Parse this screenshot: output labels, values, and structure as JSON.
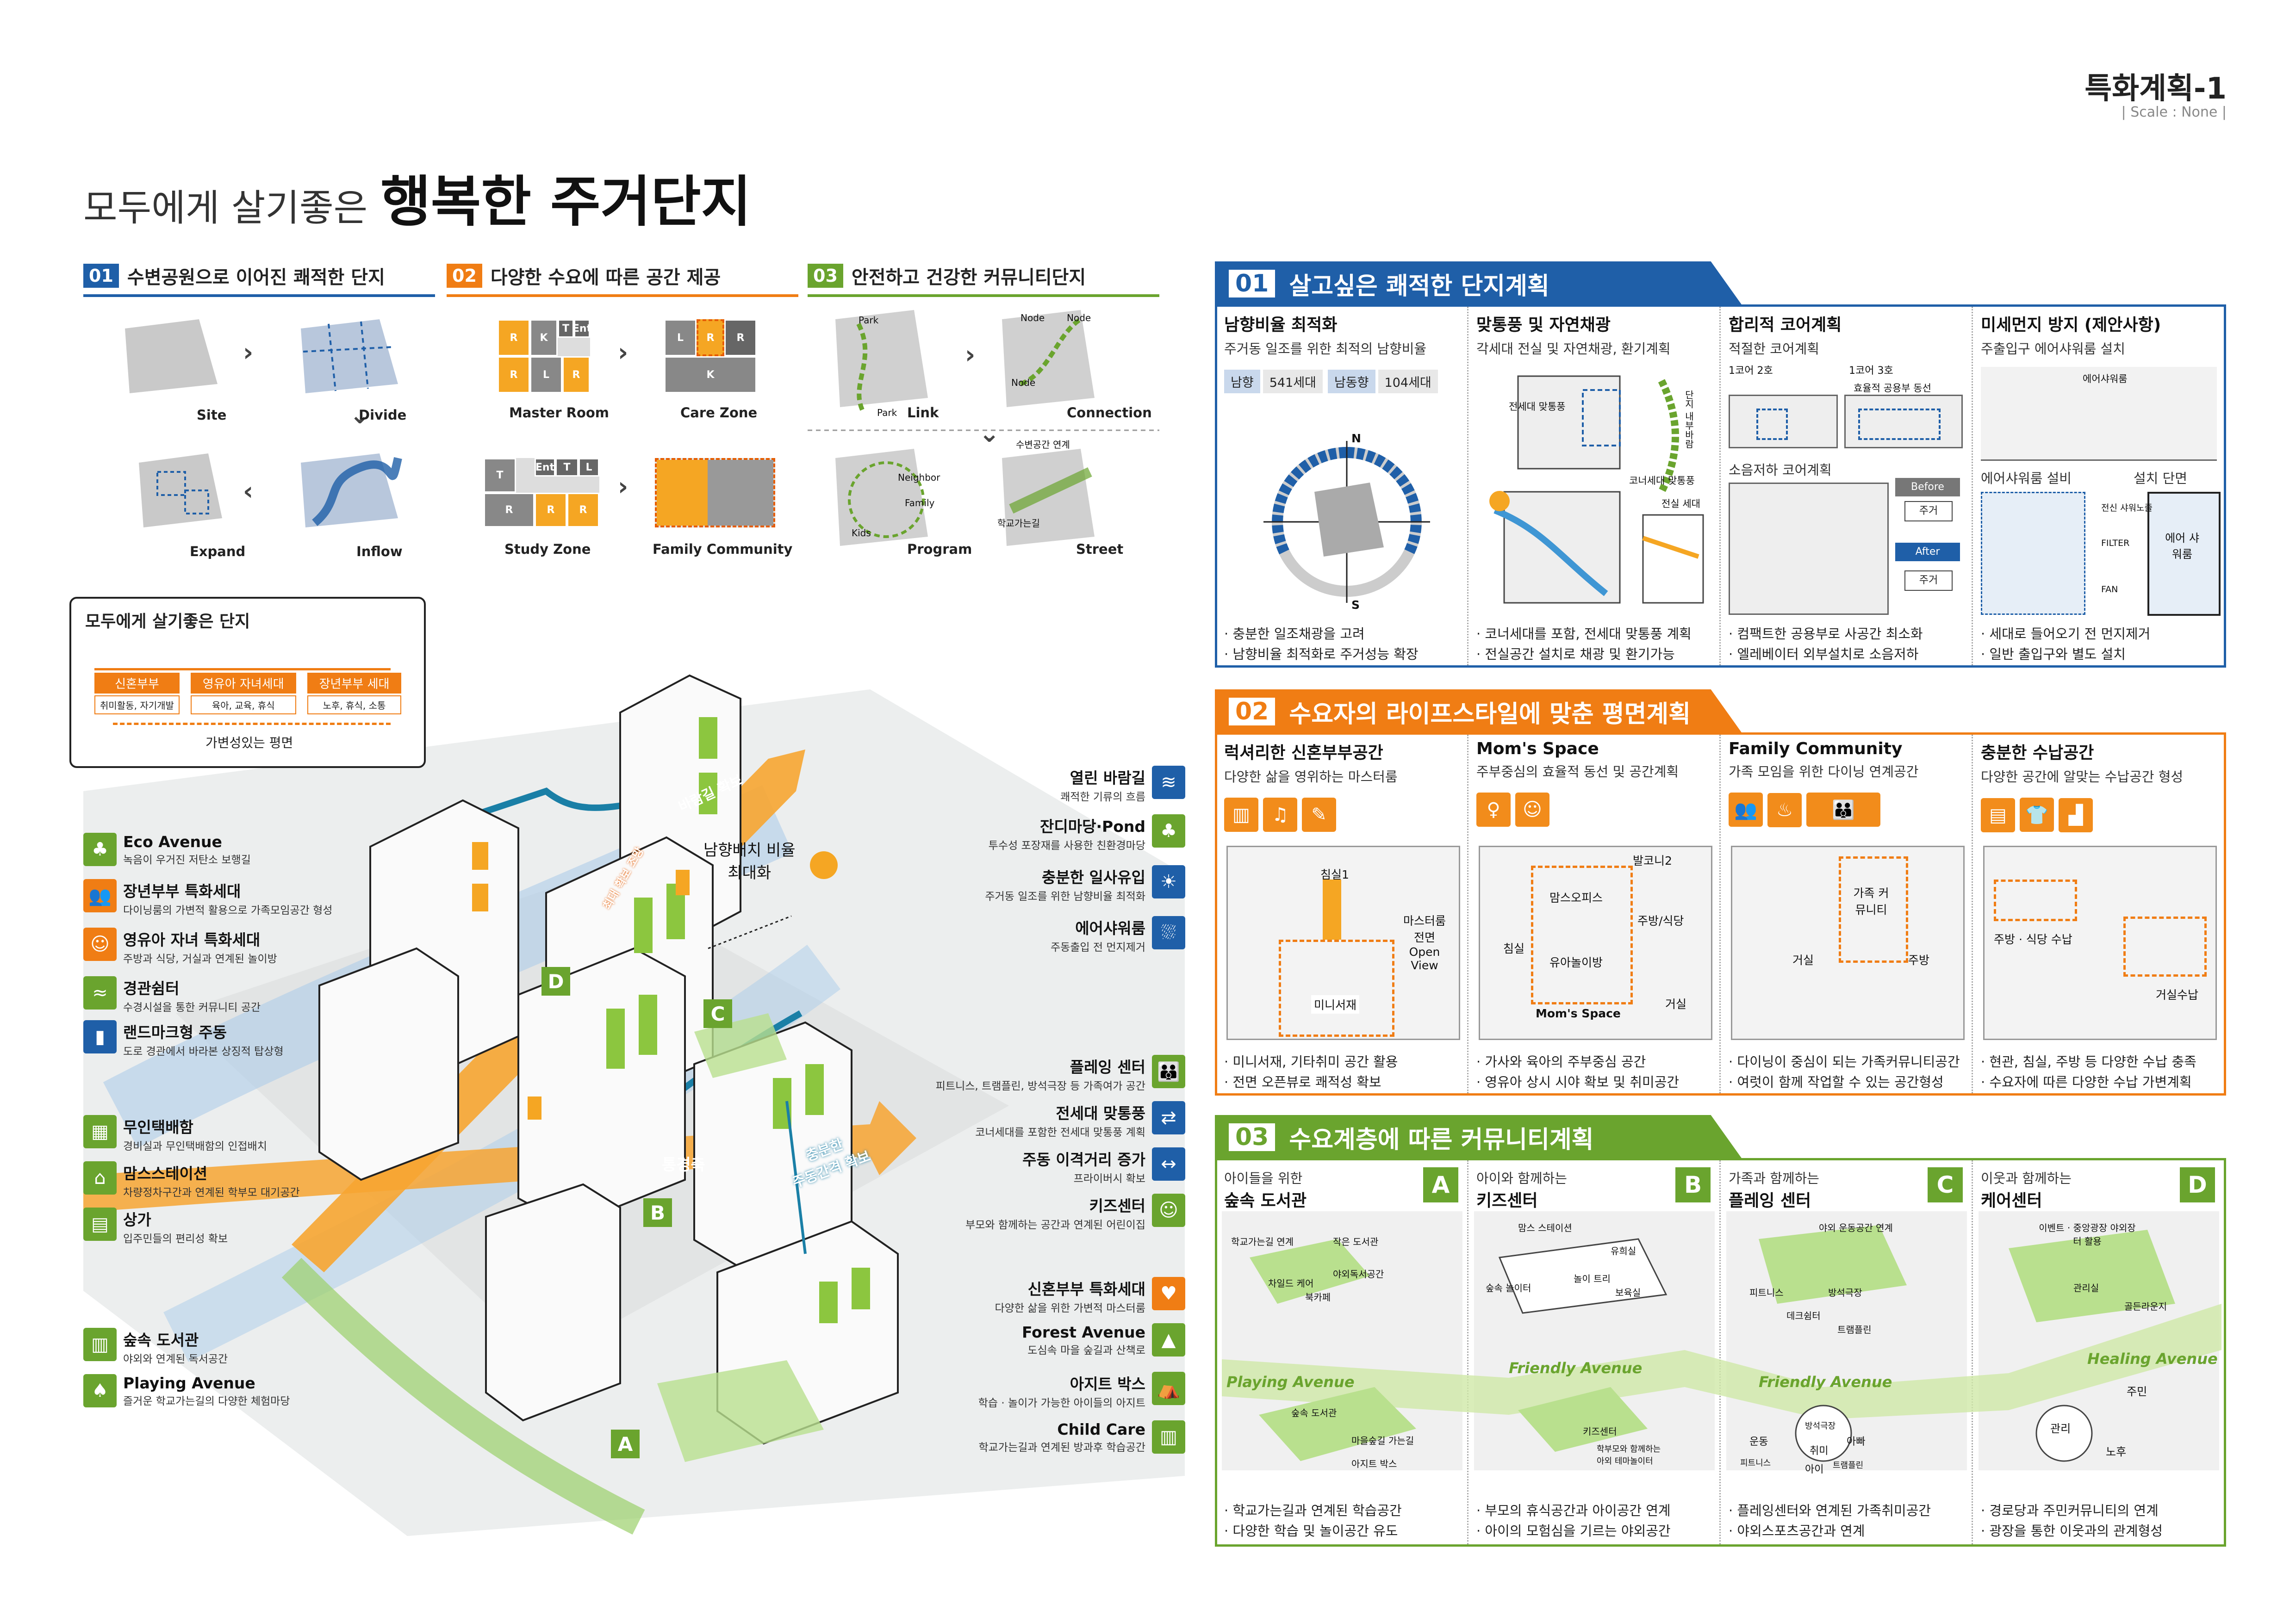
{
  "header": {
    "page_title": "특화계획-1",
    "scale": "| Scale : None |",
    "headline_small": "모두에게 살기좋은",
    "headline_big": "행복한 주거단지"
  },
  "concepts": [
    {
      "num": "01",
      "title": "수변공원으로 이어진 쾌적한 단지",
      "color": "#1f5fa8",
      "steps": [
        "Site",
        "Divide",
        "Expand",
        "Inflow"
      ]
    },
    {
      "num": "02",
      "title": "다양한 수요에 따른 공간 제공",
      "color": "#f07d14",
      "steps": [
        "Master Room",
        "Care Zone",
        "Study Zone",
        "Family Community"
      ]
    },
    {
      "num": "03",
      "title": "안전하고 건강한 커뮤니티단지",
      "color": "#6aa42e",
      "steps": [
        "Link",
        "Connection",
        "Program",
        "Street"
      ]
    }
  ],
  "concept_tags": {
    "park": "Park",
    "node": "Node",
    "neighbor": "Neighbor",
    "family": "Family",
    "kids": "Kids",
    "waterfront": "수변공간 연계",
    "school_road": "학교가는길",
    "plan_letters": [
      "R",
      "K",
      "T",
      "Ent",
      "R",
      "L",
      "R",
      "L",
      "R",
      "R",
      "K",
      "T",
      "Ent",
      "T",
      "L",
      "R",
      "R",
      "R"
    ]
  },
  "life_box": {
    "title": "모두에게 살기좋은 단지",
    "stages": [
      {
        "label": "신혼부부",
        "desc": "취미활동, 자기개발"
      },
      {
        "label": "영유아 자녀세대",
        "desc": "육아, 교육, 휴식"
      },
      {
        "label": "장년부부 세대",
        "desc": "노후, 휴식, 소통"
      }
    ],
    "footer": "가변성있는 평면"
  },
  "site_labels": {
    "left": [
      {
        "title": "Eco Avenue",
        "desc": "녹음이 우거진 저탄소 보행길"
      },
      {
        "title": "장년부부 특화세대",
        "desc": "다이닝룸의 가변적 활용으로 가족모임공간 형성"
      },
      {
        "title": "영유아 자녀 특화세대",
        "desc": "주방과 식당, 거실과 연계된 놀이방"
      },
      {
        "title": "경관쉼터",
        "desc": "수경시설을 통한 커뮤니티 공간"
      },
      {
        "title": "랜드마크형 주동",
        "desc": "도로 경관에서 바라본 상징적 탑상형"
      },
      {
        "title": "무인택배함",
        "desc": "경비실과 무인택배함의 인접배치"
      },
      {
        "title": "맘스스테이션",
        "desc": "차량정차구간과 연계된 학부모 대기공간"
      },
      {
        "title": "상가",
        "desc": "입주민들의 편리성 확보"
      },
      {
        "title": "숲속 도서관",
        "desc": "야외와 연계된 독서공간"
      },
      {
        "title": "Playing Avenue",
        "desc": "즐거운 학교가는길의 다양한 체험마당"
      }
    ],
    "right": [
      {
        "title": "열린 바람길",
        "desc": "쾌적한 기류의 흐름"
      },
      {
        "title": "잔디마당·Pond",
        "desc": "투수성 포장재를 사용한 친환경마당"
      },
      {
        "title": "충분한 일사유입",
        "desc": "주거동 일조를 위한 남향비율 최적화"
      },
      {
        "title": "에어샤워룸",
        "desc": "주동출입 전 먼지제거"
      },
      {
        "title": "플레잉 센터",
        "desc": "피트니스, 트램플린, 방석극장 등 가족여가 공간"
      },
      {
        "title": "전세대 맞통풍",
        "desc": "코너세대를 포함한 전세대 맞통풍 계획"
      },
      {
        "title": "주동 이격거리 증가",
        "desc": "프라이버시 확보"
      },
      {
        "title": "키즈센터",
        "desc": "부모와 함께하는 공간과 연계된 어린이집"
      },
      {
        "title": "신혼부부 특화세대",
        "desc": "다양한 삶을 위한 가변적 마스터룸"
      },
      {
        "title": "Forest Avenue",
        "desc": "도심속 마을 숲길과 산책로"
      },
      {
        "title": "아지트 박스",
        "desc": "학습 · 놀이가 가능한 아이들의 아지트"
      },
      {
        "title": "Child Care",
        "desc": "학교가는길과 연계된 방과후 학습공간"
      }
    ],
    "callouts": {
      "south": "남향배치 비율\n최대화",
      "wind": "바람길 확보",
      "view": "통경축",
      "gap": "충분한\n주동간격 확보",
      "corner": "최대 확보 조망"
    },
    "zones": [
      "A",
      "B",
      "C",
      "D"
    ]
  },
  "sec1": {
    "num": "01",
    "title": "살고싶은 쾌적한 단지계획",
    "color": "#1f5fa8",
    "cols": [
      {
        "title": "남향비율 최적화",
        "sub": "주거동 일조를 위한 최적의 남향비율",
        "tags": [
          "남향",
          "541세대",
          "남동향",
          "104세대"
        ],
        "compass": [
          "N",
          "S"
        ],
        "bullets": [
          "· 충분한 일조채광을 고려",
          "· 남향비율 최적화로 주거성능 확장"
        ]
      },
      {
        "title": "맞통풍 및 자연채광",
        "sub": "각세대 전실 및 자연채광, 환기계획",
        "figlabels": [
          "전세대 맞통풍",
          "단지 내부바람",
          "코너세대 맞통풍",
          "전실 세대"
        ],
        "bullets": [
          "· 코너세대를 포함, 전세대 맞통풍 계획",
          "· 전실공간 설치로 채광 및 환기가능"
        ]
      },
      {
        "title": "합리적 코어계획",
        "sub": "적절한 코어계획",
        "figlabels": [
          "1코어 2호",
          "1코어 3호",
          "효율적 공용부 동선",
          "소음저하 코어계획",
          "Before",
          "주거",
          "After",
          "주거"
        ],
        "bullets": [
          "· 컴팩트한 공용부로 사공간 최소화",
          "· 엘레베이터 외부설치로 소음저하"
        ]
      },
      {
        "title": "미세먼지 방지 (제안사항)",
        "sub": "주출입구 에어샤워룸 설치",
        "figlabels": [
          "에어샤워룸",
          "에어샤워룸 설비",
          "설치 단면",
          "전신 샤워노즐",
          "FILTER",
          "FAN",
          "에어 샤워룸"
        ],
        "bullets": [
          "· 세대로 들어오기 전 먼지제거",
          "· 일반 출입구와 별도 설치"
        ]
      }
    ]
  },
  "sec2": {
    "num": "02",
    "title": "수요자의 라이프스타일에 맞춘 평면계획",
    "color": "#f07d14",
    "cols": [
      {
        "title": "럭셔리한 신혼부부공간",
        "sub": "다양한 삶을 영위하는 마스터룸",
        "figlabels": [
          "침실1",
          "마스터룸 전면 Open View",
          "미니서재"
        ],
        "bullets": [
          "· 미니서재, 기타취미 공간 활용",
          "· 전면 오픈뷰로 쾌적성 확보"
        ]
      },
      {
        "title": "Mom's Space",
        "sub": "주부중심의 효율적 동선 및 공간계획",
        "figlabels": [
          "발코니2",
          "맘스오피스",
          "주방/식당",
          "침실",
          "유아놀이방",
          "Mom's Space",
          "거실"
        ],
        "bullets": [
          "· 가사와 육아의 주부중심 공간",
          "· 영유아 상시 시야 확보 및 취미공간"
        ]
      },
      {
        "title": "Family Community",
        "sub": "가족 모임을 위한 다이닝 연계공간",
        "figlabels": [
          "가족 커뮤니티",
          "거실",
          "주방"
        ],
        "bullets": [
          "· 다이닝이 중심이 되는 가족커뮤니티공간",
          "· 여럿이 함께 작업할 수 있는 공간형성"
        ]
      },
      {
        "title": "충분한 수납공간",
        "sub": "다양한 공간에 알맞는 수납공간 형성",
        "figlabels": [
          "주방 · 식당 수납",
          "거실수납"
        ],
        "bullets": [
          "· 현관, 침실, 주방 등 다양한 수납 충족",
          "· 수요자에 따른 다양한 수납 가변계획"
        ]
      }
    ]
  },
  "sec3": {
    "num": "03",
    "title": "수요계층에 따른 커뮤니티계획",
    "color": "#6aa42e",
    "cols": [
      {
        "pre": "아이들을 위한",
        "title": "숲속 도서관",
        "zone": "A",
        "figlabels": [
          "학교가는길 연계",
          "작은 도서관",
          "야외독서공간",
          "차일드 케어",
          "북카페",
          "숲속 도서관",
          "마을숲길 가는길",
          "아지트 박스"
        ],
        "bullets": [
          "· 학교가는길과 연계된 학습공간",
          "· 다양한 학습 및 놀이공간 유도"
        ]
      },
      {
        "pre": "아이와 함께하는",
        "title": "키즈센터",
        "zone": "B",
        "figlabels": [
          "맘스 스테이션",
          "유희실",
          "놀이 트리",
          "숲속 놀이터",
          "보육실",
          "키즈센터",
          "학부모와 함께하는 아외 테마놀이터"
        ],
        "bullets": [
          "· 부모의 휴식공간과 아이공간 연계",
          "· 아이의 모험심을 기르는 야외공간"
        ]
      },
      {
        "pre": "가족과 함께하는",
        "title": "플레잉 센터",
        "zone": "C",
        "figlabels": [
          "야외 운동공간 연계",
          "피트니스",
          "방석극장",
          "데크쉼터",
          "트램플린",
          "운동",
          "방석극장",
          "아빠",
          "취미",
          "아이",
          "트램플린",
          "피트니스"
        ],
        "bullets": [
          "· 플레잉센터와 연계된 가족취미공간",
          "· 야외스포츠공간과 연계"
        ]
      },
      {
        "pre": "이웃과 함께하는",
        "title": "케어센터",
        "zone": "D",
        "figlabels": [
          "이벤트 · 중앙광장 야외장터 활용",
          "관리실",
          "골든라운지",
          "주민",
          "관리",
          "노후"
        ],
        "bullets": [
          "· 경로당과 주민커뮤니티의 연계",
          "· 광장을 통한 이웃과의 관계형성"
        ]
      }
    ],
    "avenues": [
      "Playing Avenue",
      "Friendly Avenue",
      "Friendly Avenue",
      "Healing Avenue"
    ]
  }
}
